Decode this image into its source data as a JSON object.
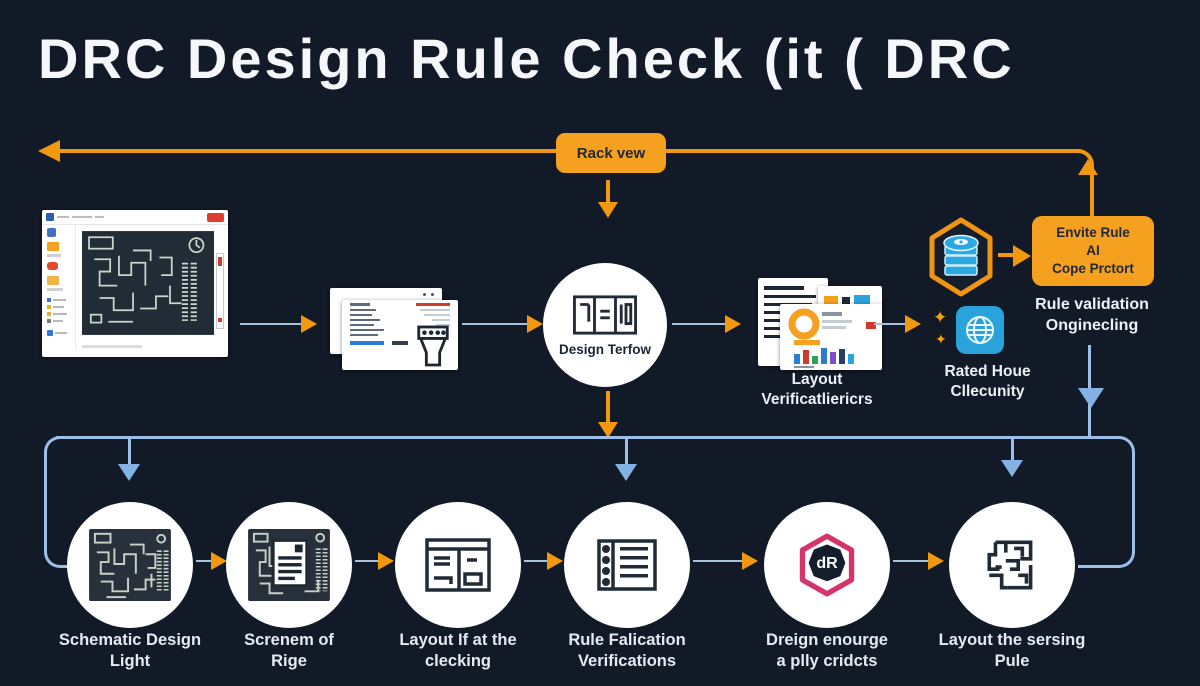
{
  "title": "DRC Design Rule Check (it ( DRC",
  "colors": {
    "background": "#121a28",
    "accent_orange": "#f5a01f",
    "arrow_orange": "#f2980f",
    "line_blue": "#9dc0e8",
    "big_arrow_blue": "#85b2e4",
    "circle_fill": "#ffffff",
    "label_text": "#e4eaf2",
    "dark_icon": "#1d2733",
    "badge_pink": "#d6336c",
    "database_blue": "#2aa9e2",
    "globe_chip_blue": "#2aa3dc"
  },
  "top_loop": {
    "node_label": "Rack vew"
  },
  "middle_row": {
    "design_circle_label": "Design Terfow",
    "layout_docs_label_line1": "Layout",
    "layout_docs_label_line2": "Verificatliericrs",
    "rule_box_line1": "Envite Rule",
    "rule_box_line2": "AI",
    "rule_box_line3": "Cope Prctort",
    "rule_caption_line1": "Rule validation",
    "rule_caption_line2": "Onginecling",
    "rated_label_line1": "Rated Houe",
    "rated_label_line2": "Cllecunity"
  },
  "bottom_row": {
    "badge_text": "dR",
    "steps": [
      {
        "icon": "pcb-board-icon",
        "label_line1": "Schematic Design",
        "label_line2": "Light"
      },
      {
        "icon": "pcb-document-icon",
        "label_line1": "Screnem of",
        "label_line2": "Rige"
      },
      {
        "icon": "split-window-icon",
        "label_line1": "Layout If at the",
        "label_line2": "clecking"
      },
      {
        "icon": "checklist-icon",
        "label_line1": "Rule Falication",
        "label_line2": "Verifications"
      },
      {
        "icon": "drc-badge-icon",
        "label_line1": "Dreign enourge",
        "label_line2": "a plly cridcts"
      },
      {
        "icon": "floorplan-icon",
        "label_line1": "Layout the sersing",
        "label_line2": "Pule"
      }
    ]
  }
}
